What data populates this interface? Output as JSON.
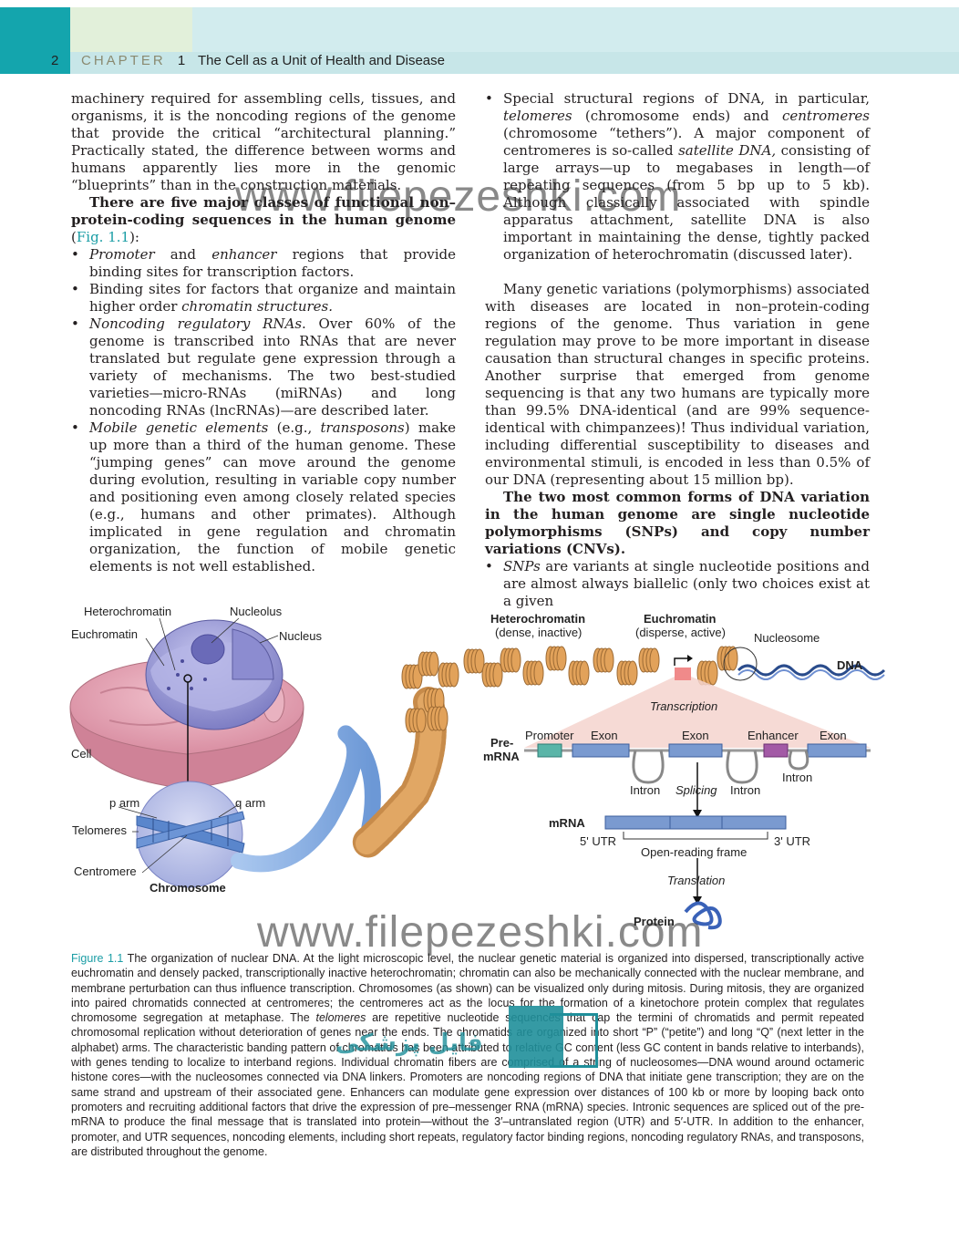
{
  "header": {
    "page_number": "2",
    "chapter_label": "CHAPTER",
    "chapter_number": "1",
    "title": "The Cell as a Unit of Health and Disease"
  },
  "left_column": {
    "p1": "machinery required for assembling cells, tissues, and organisms, it is the noncoding regions of the genome that provide the critical “architectural planning.” Practically stated, the difference between worms and humans apparently lies more in the genomic “blueprints” than in the construction materials.",
    "p2_bold": "There are five major classes of functional non–protein-coding sequences in the human genome",
    "p2_ref": "Fig. 1.1",
    "b1_it1": "Promoter",
    "b1_mid": " and ",
    "b1_it2": "enhancer",
    "b1_rest": " regions that provide binding sites for transcription factors.",
    "b2_text": "Binding sites for factors that organize and maintain higher order ",
    "b2_it": "chromatin structures.",
    "b3_it": "Noncoding regulatory RNAs",
    "b3_rest": ". Over 60% of the genome is transcribed into RNAs that are never translated but regulate gene expression through a variety of mechanisms. The two best-studied varieties—micro-RNAs (miRNAs) and long noncoding RNAs (lncRNAs)—are described later.",
    "b4_it1": "Mobile genetic elements",
    "b4_mid": " (e.g., ",
    "b4_it2": "transposons",
    "b4_rest": ") make up more than a third of the human genome. These “jumping genes” can move around the genome during evolution, resulting in variable copy number and positioning even among closely related species (e.g., humans and other primates). Although implicated in gene regulation and chromatin organization, the function of mobile genetic elements is not well established."
  },
  "right_column": {
    "b5_a": "Special structural regions of DNA, in particular, ",
    "b5_it1": "telomeres",
    "b5_b": " (chromosome ends) and ",
    "b5_it2": "centromeres",
    "b5_c": " (chromosome “tethers”). A major component of centromeres is so-called ",
    "b5_it3": "satellite DNA,",
    "b5_d": " consisting of large arrays—up to megabases in length—of repeating sequences (from 5 bp up to 5 kb). Although classically associated with spindle apparatus attachment, satellite DNA is also important in maintaining the dense, tightly packed organization of heterochromatin (discussed later).",
    "p3": "Many genetic variations (polymorphisms) associated with diseases are located in non–protein-coding regions of the genome. Thus variation in gene regulation may prove to be more important in disease causation than structural changes in specific proteins. Another surprise that emerged from genome sequencing is that any two humans are typically more than 99.5% DNA-identical (and are 99% sequence-identical with chimpanzees)! Thus individual variation, including differential susceptibility to diseases and environmental stimuli, is encoded in less than 0.5% of our DNA (representing about 15 million bp).",
    "p4_bold": "The two most common forms of DNA variation in the human genome are single nucleotide polymorphisms (SNPs) and copy number variations (CNVs).",
    "b6_it": "SNPs",
    "b6_rest": " are variants at single nucleotide positions and are almost always biallelic (only two choices exist at a given"
  },
  "figure": {
    "labels": {
      "heterochromatin": "Heterochromatin",
      "nucleolus": "Nucleolus",
      "euchromatin": "Euchromatin",
      "nucleus": "Nucleus",
      "cell": "Cell",
      "p_arm": "p arm",
      "q_arm": "q arm",
      "telomeres": "Telomeres",
      "centromere": "Centromere",
      "chromosome": "Chromosome",
      "hetero_title": "Heterochromatin",
      "hetero_sub": "(dense, inactive)",
      "eu_title": "Euchromatin",
      "eu_sub": "(disperse, active)",
      "nucleosome": "Nucleosome",
      "dna": "DNA",
      "transcription": "Transcription",
      "pre_mrna_1": "Pre-",
      "pre_mrna_2": "mRNA",
      "promoter": "Promoter",
      "exon1": "Exon",
      "exon2": "Exon",
      "enhancer": "Enhancer",
      "exon3": "Exon",
      "intron1": "Intron",
      "splicing": "Splicing",
      "intron2": "Intron",
      "intron3": "Intron",
      "mrna": "mRNA",
      "utr5": "5' UTR",
      "utr3": "3' UTR",
      "orf": "Open-reading frame",
      "translation": "Translation",
      "protein": "Protein"
    },
    "colors": {
      "cell": "#e6a8b6",
      "nucleus": "#9a9ad6",
      "chromosome": "#6f9fd8",
      "nucleosome": "#e2a25a",
      "exon": "#7a9ad0",
      "promoter": "#5ab5a8",
      "enhancer": "#a35aa6",
      "transcription_fan": "#f3c7c2"
    }
  },
  "caption": {
    "label": "Figure 1.1",
    "text": " The organization of nuclear DNA. At the light microscopic level, the nuclear genetic material is organized into dispersed, transcriptionally active euchromatin and densely packed, transcriptionally inactive heterochromatin; chromatin can also be mechanically connected with the nuclear membrane, and membrane perturbation can thus influence transcription. Chromosomes (as shown) can be visualized only during mitosis. During mitosis, they are organized into paired chromatids connected at centromeres; the centromeres act as the locus for the formation of a kinetochore protein complex that regulates chromosome segregation at metaphase. The ",
    "it": "telomeres",
    "text2": " are repetitive nucleotide sequences that cap the termini of chromatids and permit repeated chromosomal replication without deterioration of genes near the ends. The chromatids are organized into short “P” (“petite”) and long “Q” (next letter in the alphabet) arms. The characteristic banding pattern of chromatids has been attributed to relative GC content (less GC content in bands relative to interbands), with genes tending to localize to interband regions. Individual chromatin fibers are comprised of a string of nucleosomes—DNA wound around octameric histone cores—with the nucleosomes connected via DNA linkers. Promoters are noncoding regions of DNA that initiate gene transcription; they are on the same strand and upstream of their associated gene. Enhancers can modulate gene expression over distances of 100 kb or more by looping back onto promoters and recruiting additional factors that drive the expression of pre–messenger RNA (mRNA) species. Intronic sequences are spliced out of the pre-mRNA to produce the final message that is translated into protein—without the 3′–untranslated region (UTR) and 5′-UTR. In addition to the enhancer, promoter, and UTR sequences, noncoding elements, including short repeats, regulatory factor binding regions, noncoding regulatory RNAs, and transposons, are distributed throughout the genome."
  },
  "watermarks": {
    "top": "www.filepezeshki.com",
    "bottom": "www.filepezeshki.com",
    "logo_text": "فایل پزشکی"
  }
}
